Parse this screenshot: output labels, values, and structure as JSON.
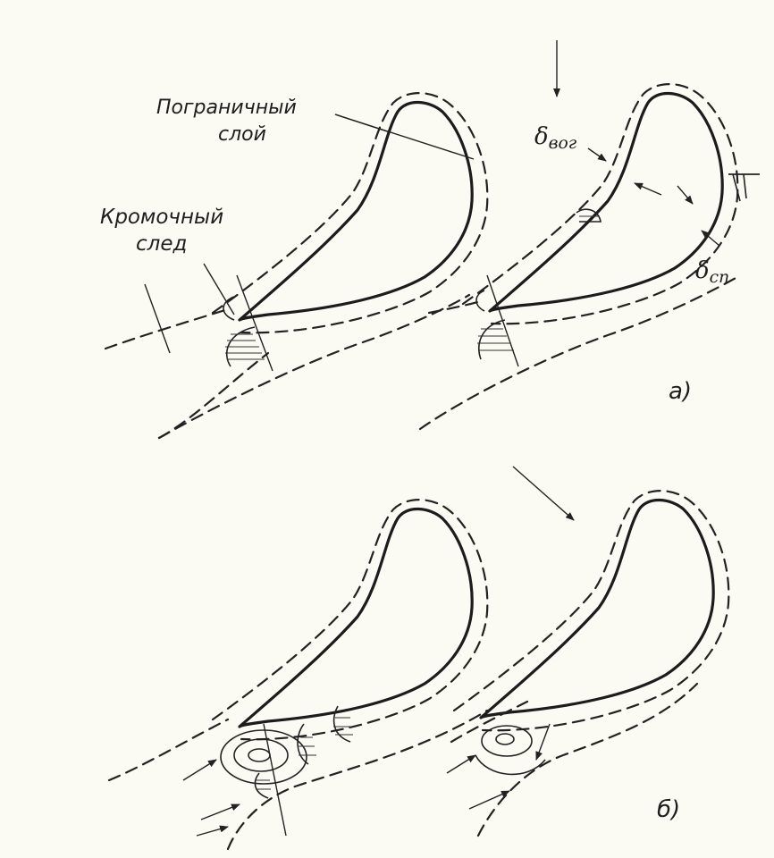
{
  "labels": {
    "boundary_layer_line1": "Пограничный",
    "boundary_layer_line2": "слой",
    "trailing_wake_line1": "Кромочный",
    "trailing_wake_line2": "след",
    "delta": "δ",
    "delta_pressure_sub": "вог",
    "delta_suction_sub": "сп",
    "panel_a": "а)",
    "panel_b": "б)"
  }
}
